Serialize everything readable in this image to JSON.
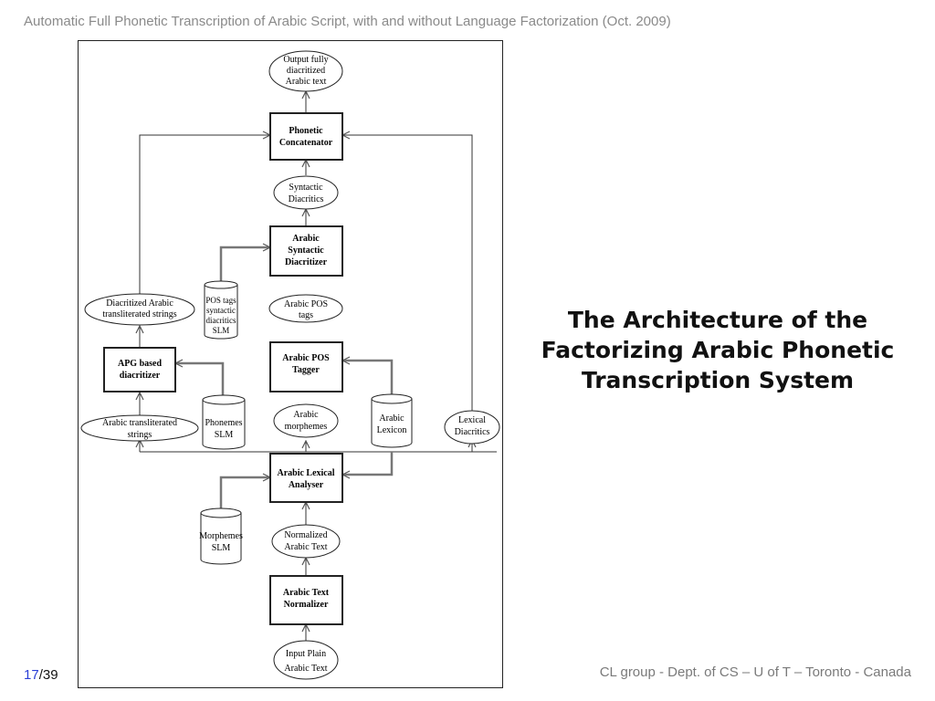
{
  "header": {
    "title": "Automatic Full Phonetic Transcription of Arabic Script, with and without Language Factorization (Oct. 2009)"
  },
  "slide": {
    "title_lines": [
      "The Architecture of the",
      "Factorizing Arabic Phonetic",
      "Transcription System"
    ]
  },
  "footer": {
    "page_current": "17",
    "page_total": "/39",
    "affiliation": "CL  group - Dept. of CS – U of T – Toronto - Canada"
  },
  "colors": {
    "header_text": "#8a8a8a",
    "page_current": "#2a3fd6",
    "footer_text": "#7a7a7a"
  },
  "diagram": {
    "output_text": [
      "Output fully",
      "diacritized",
      "Arabic text"
    ],
    "phonetic_concatenator": [
      "Phonetic",
      "Concatenator"
    ],
    "syntactic_diacritics": [
      "Syntactic",
      "Diacritics"
    ],
    "syntactic_diacritizer": [
      "Arabic",
      "Syntactic",
      "Diacritizer"
    ],
    "pos_slm": [
      "POS tags",
      "syntactic",
      "diacritics",
      "SLM"
    ],
    "pos_tags": [
      "Arabic POS",
      "tags"
    ],
    "pos_tagger": [
      "Arabic POS",
      "Tagger"
    ],
    "diacritized_strings": [
      "Diacritized Arabic",
      "transliterated strings"
    ],
    "apg_diacritizer": [
      "APG based",
      "diacritizer"
    ],
    "translit_strings": [
      "Arabic transliterated",
      "strings"
    ],
    "phonemes_slm": [
      "Phonemes",
      "SLM"
    ],
    "arabic_morphemes": [
      "Arabic",
      "morphemes"
    ],
    "arabic_lexicon": [
      "Arabic",
      "Lexicon"
    ],
    "lexical_diacritics": [
      "Lexical",
      "Diacritics"
    ],
    "lexical_analyser": [
      "Arabic Lexical",
      "Analyser"
    ],
    "morphemes_slm": [
      "Morphemes",
      "SLM"
    ],
    "normalized_text": [
      "Normalized",
      "Arabic  Text"
    ],
    "text_normalizer": [
      "Arabic Text",
      "Normalizer"
    ],
    "input_text": [
      "Input Plain",
      "Arabic Text"
    ]
  }
}
